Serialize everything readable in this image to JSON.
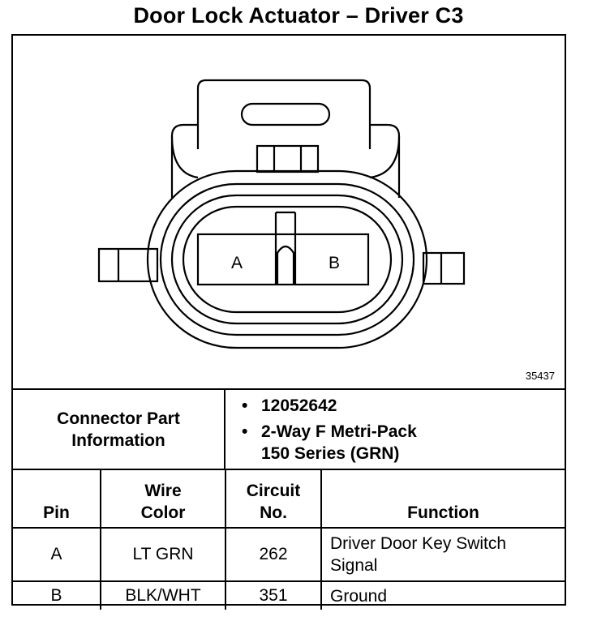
{
  "title": "Door Lock Actuator – Driver C3",
  "figure_number": "35437",
  "connector": {
    "pin_labels": [
      "A",
      "B"
    ]
  },
  "connector_info": {
    "label_line1": "Connector Part",
    "label_line2": "Information",
    "items": [
      {
        "lines": [
          "12052642"
        ]
      },
      {
        "lines": [
          "2-Way F Metri-Pack",
          "150 Series (GRN)"
        ]
      }
    ],
    "bullet": "•"
  },
  "table": {
    "headers": [
      {
        "line1": "",
        "line2": "Pin"
      },
      {
        "line1": "Wire",
        "line2": "Color"
      },
      {
        "line1": "Circuit",
        "line2": "No."
      },
      {
        "line1": "",
        "line2": "Function"
      }
    ],
    "rows": [
      {
        "pin": "A",
        "wire_color": "LT GRN",
        "circuit": "262",
        "function_line1": "Driver Door Key Switch",
        "function_line2": "Signal"
      },
      {
        "pin": "B",
        "wire_color": "BLK/WHT",
        "circuit": "351",
        "function_line1": "Ground",
        "function_line2": ""
      }
    ]
  }
}
